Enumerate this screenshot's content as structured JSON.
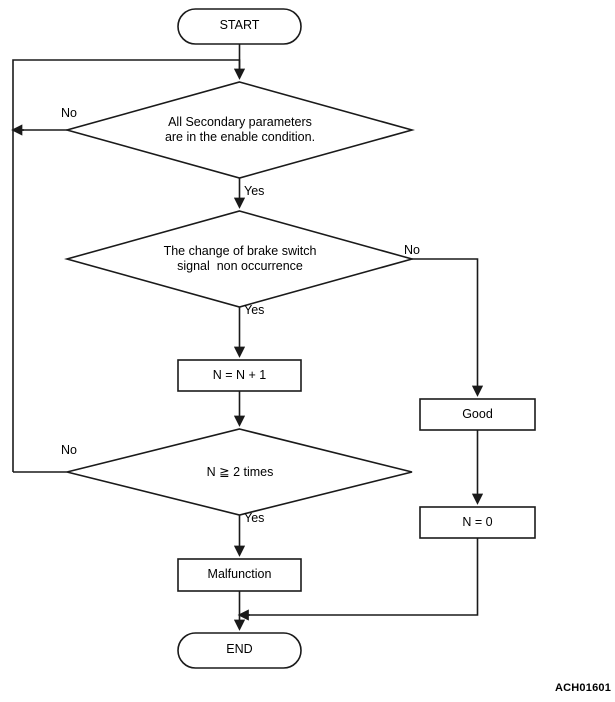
{
  "diagram": {
    "type": "flowchart",
    "code": "ACH01601",
    "stroke_color": "#1a1a1a",
    "fill_color": "#ffffff",
    "nodes": [
      {
        "id": "start",
        "shape": "terminator",
        "text": "START"
      },
      {
        "id": "secondary",
        "shape": "decision",
        "text": "All Secondary parameters\nare in the enable condition."
      },
      {
        "id": "brakeswitch",
        "shape": "decision",
        "text": "The change of brake switch\nsignal  non occurrence"
      },
      {
        "id": "increment",
        "shape": "process",
        "text": "N = N + 1"
      },
      {
        "id": "compare",
        "shape": "decision",
        "text": "N ≧ 2 times"
      },
      {
        "id": "malfunction",
        "shape": "process",
        "text": "Malfunction"
      },
      {
        "id": "good",
        "shape": "process",
        "text": "Good"
      },
      {
        "id": "reset",
        "shape": "process",
        "text": "N = 0"
      },
      {
        "id": "end",
        "shape": "terminator",
        "text": "END"
      }
    ],
    "edge_labels": [
      {
        "id": "secondary-no",
        "text": "No"
      },
      {
        "id": "secondary-yes",
        "text": "Yes"
      },
      {
        "id": "brakeswitch-no",
        "text": "No"
      },
      {
        "id": "brakeswitch-yes",
        "text": "Yes"
      },
      {
        "id": "compare-no",
        "text": "No"
      },
      {
        "id": "compare-yes",
        "text": "Yes"
      }
    ]
  }
}
